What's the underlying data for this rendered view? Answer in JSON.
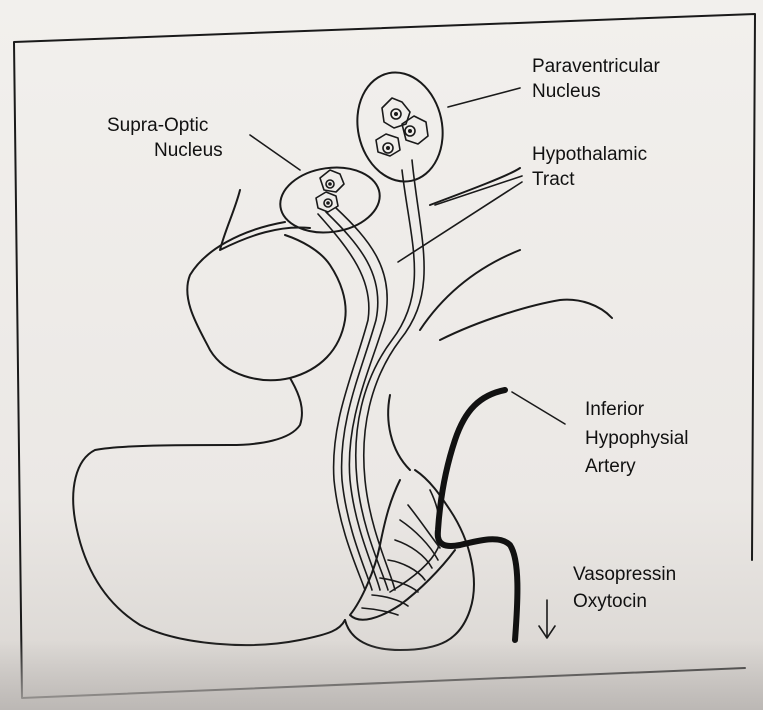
{
  "labels": {
    "supra_optic_line1": "Supra-Optic",
    "supra_optic_line2": "Nucleus",
    "paraventricular_line1": "Paraventricular",
    "paraventricular_line2": "Nucleus",
    "hypothalamic_line1": "Hypothalamic",
    "hypothalamic_line2": "Tract",
    "artery_line1": "Inferior",
    "artery_line2": "Hypophysial",
    "artery_line3": "Artery",
    "hormone_line1": "Vasopressin",
    "hormone_line2": "Oxytocin"
  },
  "colors": {
    "ink": "#1a1a1a",
    "paper": "#f2f0ed"
  }
}
